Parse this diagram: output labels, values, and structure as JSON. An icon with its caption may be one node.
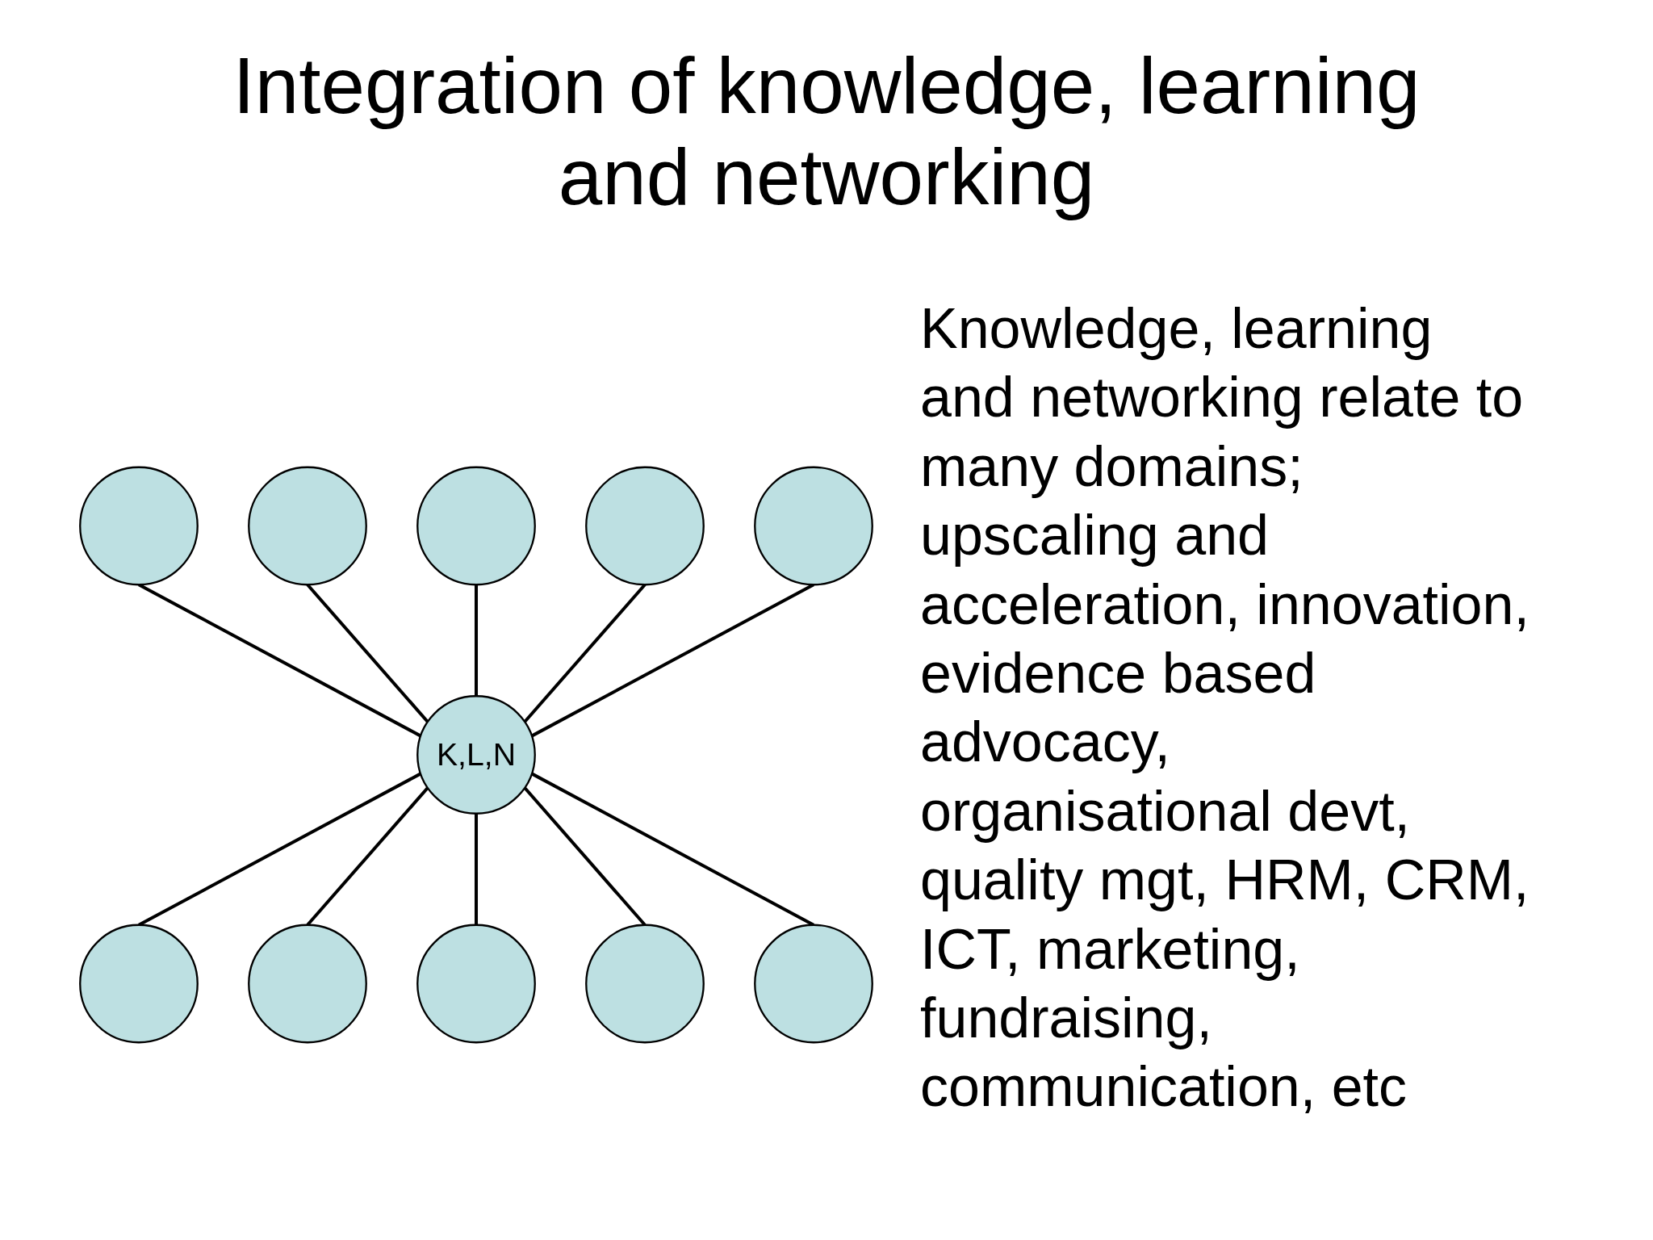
{
  "diagram": {
    "title": "Integration of knowledge, learning and networking",
    "nodes": [
      {
        "text": [],
        "shape": "circle"
      },
      {
        "text": [],
        "shape": "circle"
      },
      {
        "text": [],
        "shape": "circle"
      },
      {
        "text": [],
        "shape": "circle"
      },
      {
        "text": [],
        "shape": "circle"
      },
      {
        "text": [
          "K,L,N"
        ]
      },
      {
        "text": [],
        "shape": "circle"
      },
      {
        "text": [],
        "shape": "circle"
      },
      {
        "text": [],
        "shape": "circle"
      },
      {
        "text": [],
        "shape": "circle"
      },
      {
        "text": [],
        "shape": "circle"
      }
    ],
    "edges": [
      {
        "from": 0,
        "to": 5,
        "arrow": "none"
      },
      {
        "from": 2,
        "to": 5,
        "arrow": "none"
      },
      {
        "from": 4,
        "to": 5,
        "arrow": "none"
      },
      {
        "from": 5,
        "to": 7,
        "arrow": "none"
      },
      {
        "from": 5,
        "to": 9,
        "arrow": "none"
      },
      {
        "from": 5,
        "to": 10,
        "arrow": "none"
      },
      {
        "from": 5,
        "to": 8,
        "arrow": "none"
      },
      {
        "from": 5,
        "to": 6,
        "arrow": "none"
      },
      {
        "from": 3,
        "to": 5,
        "arrow": "none"
      },
      {
        "from": 1,
        "to": 5,
        "arrow": "none"
      }
    ],
    "labels": [
      "Knowledge, learning and networking relate to many domains; upscaling and acceleration, innovation, evidence based advocacy, organisational devt, quality mgt, HRM, CRM, ICT, marketing, fundraising, communication, etc"
    ]
  }
}
